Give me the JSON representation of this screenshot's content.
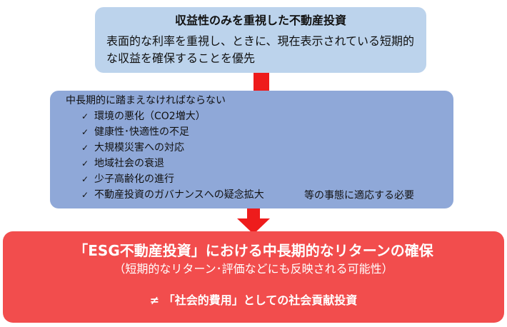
{
  "top_box": {
    "title": "収益性のみを重視した不動産投資",
    "description": "表面的な利率を重視し、ときに、現在表示されている短期的な収益を確保することを優先"
  },
  "middle_box": {
    "header": "中長期的に踏まえなければならない",
    "items": [
      "環境の悪化（CO2増大）",
      "健康性･快適性の不足",
      "大規模災害への対応",
      "地域社会の衰退",
      "少子高齢化の進行",
      "不動産投資のガバナンスへの疑念拡大"
    ],
    "footer": "等の事態に適応する必要",
    "check_glyph": "✓"
  },
  "bottom_box": {
    "title": "「ESG不動産投資」における中長期的なリターンの確保",
    "subtitle": "（短期的なリターン･評価などにも反映される可能性）",
    "note": "≠ 「社会的費用」としての社会貢献投資"
  },
  "colors": {
    "top_box": "#bcd3ec",
    "middle_box": "#8fa8d8",
    "bottom_box": "#f24d4d",
    "arrow": "#ee1c1c"
  }
}
